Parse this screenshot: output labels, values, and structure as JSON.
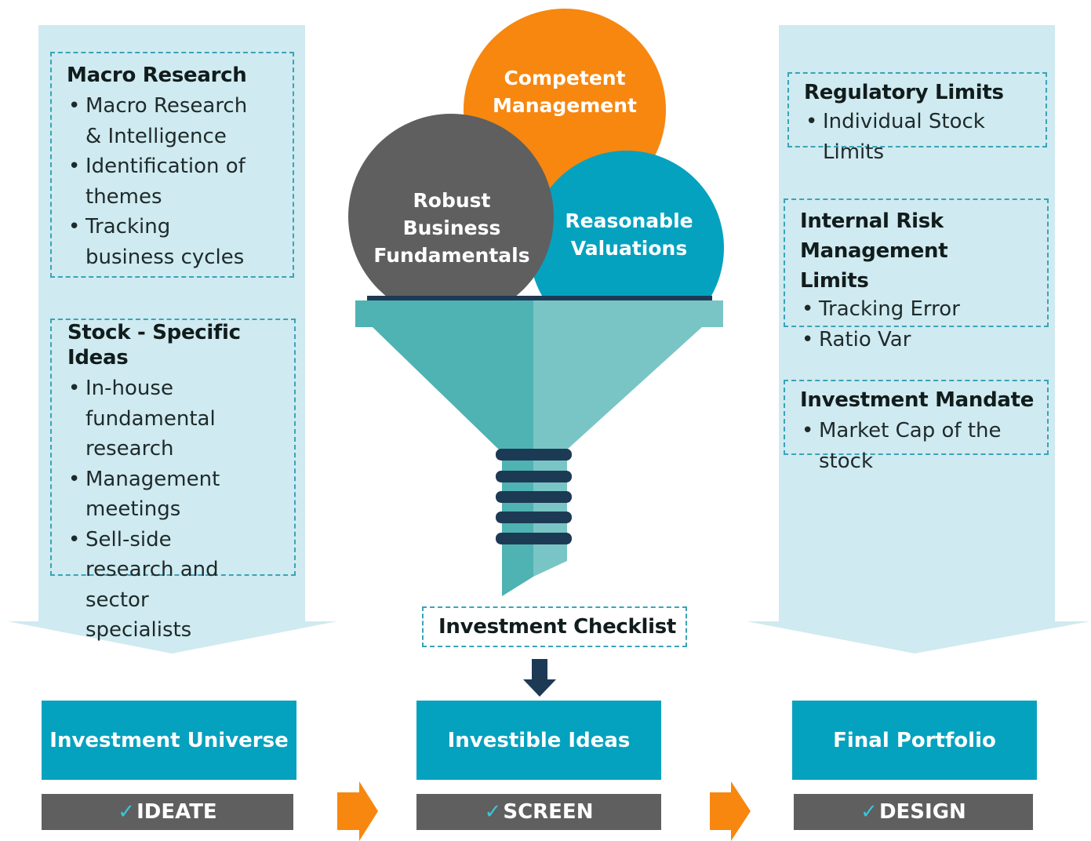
{
  "left_panel": {
    "macro": {
      "title": "Macro Research",
      "items": [
        "Macro Research & Intelligence",
        "Identification of themes",
        "Tracking business cycles"
      ]
    },
    "stock": {
      "title": "Stock - Specific Ideas",
      "items": [
        "In-house fundamental research",
        "Management meetings",
        "Sell-side research and  sector specialists"
      ]
    }
  },
  "right_panel": {
    "regulatory": {
      "title": "Regulatory Limits",
      "items": [
        "Individual Stock Limits"
      ]
    },
    "risk": {
      "title": "Internal Risk Management Limits",
      "items": [
        "Tracking Error",
        "Ratio Var"
      ]
    },
    "mandate": {
      "title": "Investment Mandate",
      "items": [
        "Market Cap of the stock"
      ]
    }
  },
  "funnel": {
    "circle_orange": "Competent Management",
    "circle_gray": "Robust Business Fundamentals",
    "circle_teal": "Reasonable Valuations",
    "checklist": "Investment Checklist"
  },
  "stages": [
    {
      "label": "Investment Universe",
      "step": "IDEATE"
    },
    {
      "label": "Investible Ideas",
      "step": "SCREEN"
    },
    {
      "label": "Final Portfolio",
      "step": "DESIGN"
    }
  ],
  "check_glyph": "✓",
  "colors": {
    "panel": "#cfeaf0",
    "dashed": "#3aa3b8",
    "stage": "#05a2bf",
    "step": "#5f5f5f",
    "orange": "#f7870f",
    "gray": "#5f5f5f",
    "teal": "#05a2bf",
    "funnel_left": "#4fb2b3",
    "funnel_right": "#79c5c5",
    "navy": "#1d3a55"
  }
}
